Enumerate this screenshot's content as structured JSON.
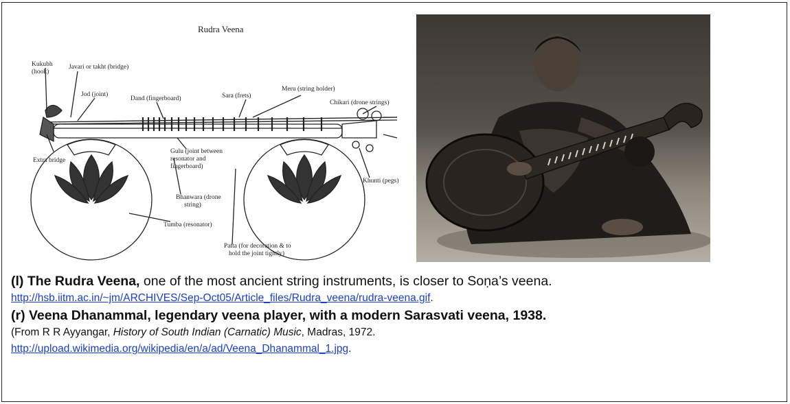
{
  "diagram": {
    "title": "Rudra Veena",
    "labels": {
      "kukubh": "Kukubh",
      "hook": "(hook)",
      "javari": "Javari or takht (bridge)",
      "jod": "Jod (joint)",
      "dand": "Dand (fingerboard)",
      "sara": "Sara (frets)",
      "meru": "Meru (string holder)",
      "chikari": "Chikari (drone strings)",
      "extra_bridge": "Extra bridge",
      "gulu_1": "Gulu (joint between",
      "gulu_2": "resonator and",
      "gulu_3": "fingerboard)",
      "khunti": "Khunti (pegs)",
      "bhanwara_1": "Bhanwara (drone",
      "bhanwara_2": "string)",
      "tumba": "Tumba (resonator)",
      "patta_1": "Patta (for decoration & to",
      "patta_2": "hold the joint tightly)"
    }
  },
  "caption": {
    "left_bold": "(l) The Rudra Veena,",
    "left_rest": " one of the most ancient string instruments, is closer to Soṇa’s veena.",
    "link1": "http://hsb.iitm.ac.in/~jm/ARCHIVES/Sep-Oct05/Article_files/Rudra_veena/rudra-veena.gif",
    "period1": ".",
    "right_bold": "(r) Veena Dhanammal, legendary veena player, with a modern Sarasvati veena, 1938.",
    "source_pre": "(From R R Ayyangar, ",
    "source_title": "History of South Indian (Carnatic) Music",
    "source_post": ", Madras, 1972.",
    "link2": "http://upload.wikimedia.org/wikipedia/en/a/ad/Veena_Dhanammal_1.jpg",
    "period2": "."
  },
  "colors": {
    "link": "#1a3fc9",
    "border": "#222222"
  }
}
